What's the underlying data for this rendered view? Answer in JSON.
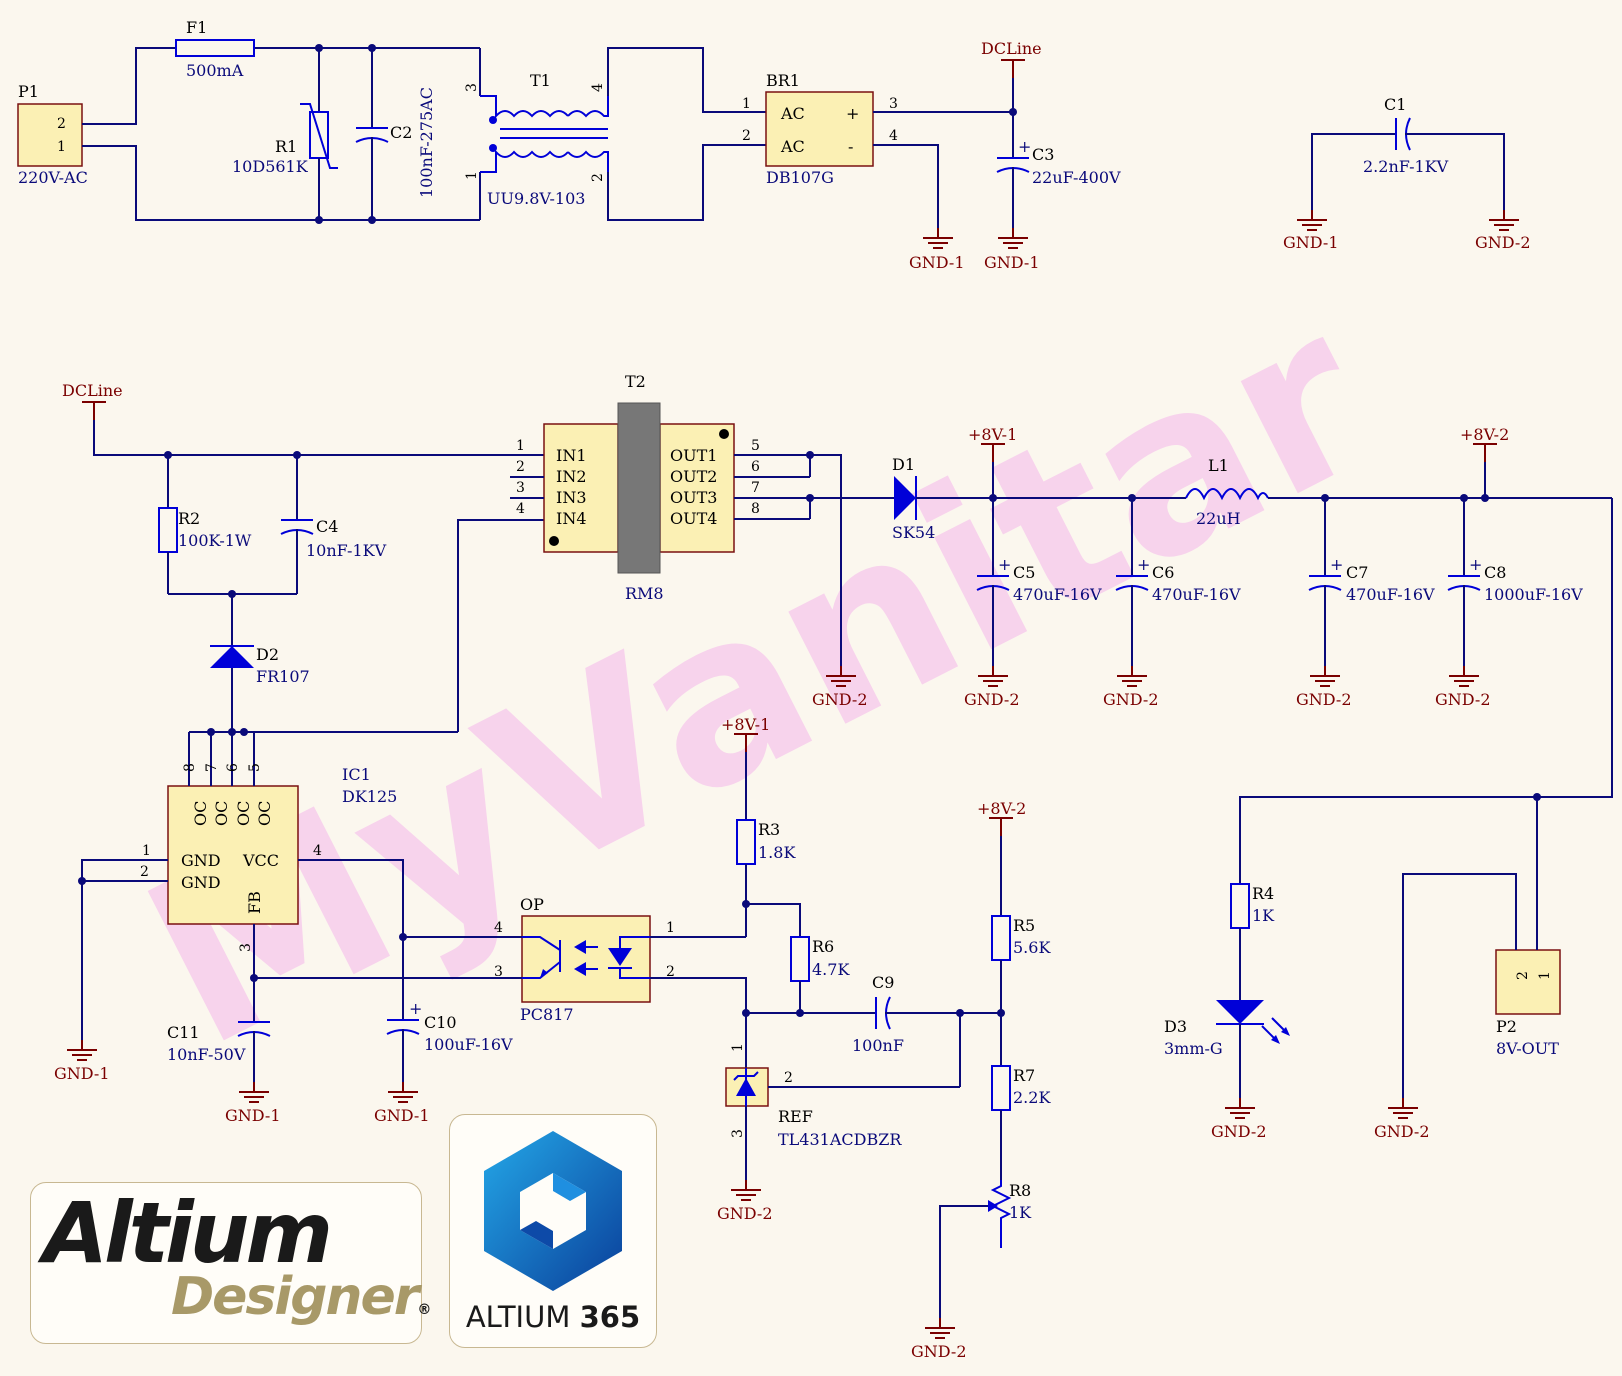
{
  "watermark": "MyVanitar",
  "power_nets": {
    "dcline": "DCLine",
    "v8_1": "+8V-1",
    "v8_2": "+8V-2",
    "gnd1": "GND-1",
    "gnd2": "GND-2"
  },
  "components": {
    "P1": {
      "ref": "P1",
      "value": "220V-AC",
      "pins": [
        "2",
        "1"
      ]
    },
    "F1": {
      "ref": "F1",
      "value": "500mA"
    },
    "R1": {
      "ref": "R1",
      "value": "10D561K"
    },
    "C2": {
      "ref": "C2",
      "value": "100nF-275AC"
    },
    "T1": {
      "ref": "T1",
      "value": "UU9.8V-103",
      "pins": [
        "3",
        "1",
        "4",
        "2"
      ]
    },
    "BR1": {
      "ref": "BR1",
      "value": "DB107G",
      "labels": [
        "AC",
        "AC",
        "+",
        "-"
      ],
      "pins": [
        "1",
        "2",
        "3",
        "4"
      ]
    },
    "C3": {
      "ref": "C3",
      "value": "22uF-400V"
    },
    "C1": {
      "ref": "C1",
      "value": "2.2nF-1KV"
    },
    "T2": {
      "ref": "T2",
      "value": "RM8",
      "in": [
        "IN1",
        "IN2",
        "IN3",
        "IN4"
      ],
      "out": [
        "OUT1",
        "OUT2",
        "OUT3",
        "OUT4"
      ],
      "pins_in": [
        "1",
        "2",
        "3",
        "4"
      ],
      "pins_out": [
        "5",
        "6",
        "7",
        "8"
      ]
    },
    "R2": {
      "ref": "R2",
      "value": "100K-1W"
    },
    "C4": {
      "ref": "C4",
      "value": "10nF-1KV"
    },
    "D2": {
      "ref": "D2",
      "value": "FR107"
    },
    "IC1": {
      "ref": "IC1",
      "value": "DK125",
      "oc": [
        "OC",
        "OC",
        "OC",
        "OC"
      ],
      "pins_top": [
        "8",
        "7",
        "6",
        "5"
      ],
      "left": [
        "GND",
        "GND"
      ],
      "right": "VCC",
      "bottom": "FB",
      "pins_left": [
        "1",
        "2"
      ],
      "pin_right": "4",
      "pin_bottom": "3"
    },
    "D1": {
      "ref": "D1",
      "value": "SK54"
    },
    "L1": {
      "ref": "L1",
      "value": "22uH"
    },
    "C5": {
      "ref": "C5",
      "value": "470uF-16V"
    },
    "C6": {
      "ref": "C6",
      "value": "470uF-16V"
    },
    "C7": {
      "ref": "C7",
      "value": "470uF-16V"
    },
    "C8": {
      "ref": "C8",
      "value": "1000uF-16V"
    },
    "R3": {
      "ref": "R3",
      "value": "1.8K"
    },
    "R6": {
      "ref": "R6",
      "value": "4.7K"
    },
    "OP": {
      "ref": "OP",
      "value": "PC817",
      "pins": [
        "4",
        "3",
        "1",
        "2"
      ]
    },
    "C9": {
      "ref": "C9",
      "value": "100nF"
    },
    "C10": {
      "ref": "C10",
      "value": "100uF-16V"
    },
    "C11": {
      "ref": "C11",
      "value": "10nF-50V"
    },
    "REF": {
      "ref": "REF",
      "value": "TL431ACDBZR",
      "pins": [
        "1",
        "2",
        "3"
      ]
    },
    "R5": {
      "ref": "R5",
      "value": "5.6K"
    },
    "R7": {
      "ref": "R7",
      "value": "2.2K"
    },
    "R8": {
      "ref": "R8",
      "value": "1K"
    },
    "R4": {
      "ref": "R4",
      "value": "1K"
    },
    "D3": {
      "ref": "D3",
      "value": "3mm-G"
    },
    "P2": {
      "ref": "P2",
      "value": "8V-OUT",
      "pins": [
        "2",
        "1"
      ]
    }
  },
  "logos": {
    "altium": "Altium",
    "designer": "Designer",
    "reg": "®",
    "a365_word": "ALTIUM",
    "a365_num": "365"
  },
  "colors": {
    "wire": "#0a0a7a",
    "ground": "#7a0000",
    "part_fill": "#fbf0b4",
    "watermark": "#f5b6ec",
    "background": "#fbf7ee"
  }
}
